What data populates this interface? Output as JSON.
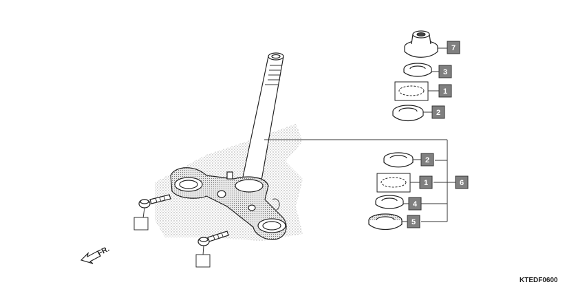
{
  "callouts": [
    {
      "id": "c7a",
      "label": "7"
    },
    {
      "id": "c3a",
      "label": "3"
    },
    {
      "id": "c1a",
      "label": "1"
    },
    {
      "id": "c2a",
      "label": "2"
    },
    {
      "id": "c2b",
      "label": "2"
    },
    {
      "id": "c1b",
      "label": "1"
    },
    {
      "id": "c6",
      "label": "6"
    },
    {
      "id": "c4",
      "label": "4"
    },
    {
      "id": "c5",
      "label": "5"
    }
  ],
  "front_arrow_label": "FR.",
  "diagram_code": "KTEDF0600",
  "colors": {
    "callout_fill": "#808080",
    "line": "#333333",
    "stipple": "#9a9a9a"
  }
}
